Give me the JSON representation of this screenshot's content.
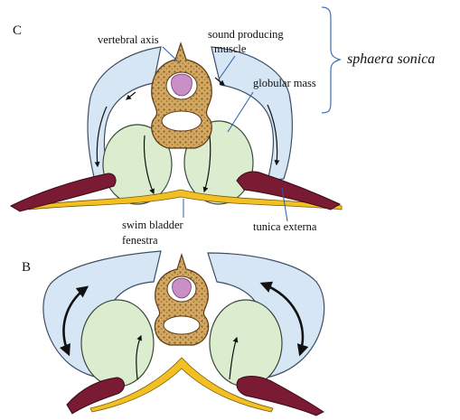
{
  "colors": {
    "muscle": "#d6e6f4",
    "muscle_stroke": "#3d4f66",
    "globular_mass": "#dbeccf",
    "globular_stroke": "#3a4a3a",
    "bone": "#c99c55",
    "bone_stroke": "#5a3c17",
    "spinal_cord": "#c98fc6",
    "rib": "#7a1a33",
    "tunica": "#f2c023",
    "bracket": "#3b6fb0",
    "leader": "#2b5fa8"
  },
  "panels": {
    "c": {
      "letter": "C"
    },
    "b": {
      "letter": "B"
    }
  },
  "labels": {
    "vertebral_axis": "vertebral axis",
    "sound_producing_1": "sound producing",
    "sound_producing_2": "muscle",
    "globular_mass": "globular mass",
    "tunica_externa": "tunica externa",
    "swim_bladder_1": "swim bladder",
    "swim_bladder_2": "fenestra"
  },
  "bracket": {
    "label": "sphaera sonica"
  }
}
